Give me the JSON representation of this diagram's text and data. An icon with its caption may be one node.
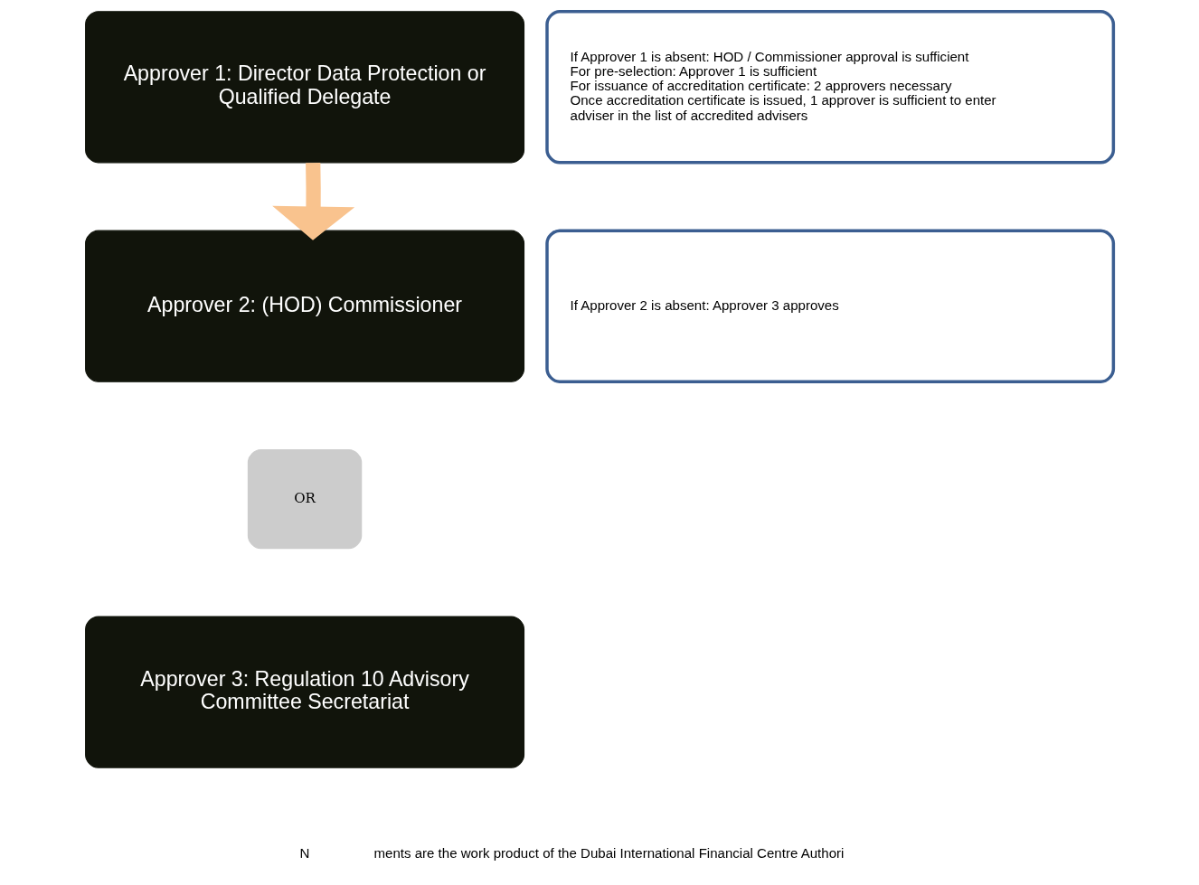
{
  "diagram": {
    "nodes": [
      {
        "text": [
          "Approver 1: Director Data Protection or Qualified Delegate"
        ]
      },
      {
        "text": [
          "If Approver 1 is absent: HOD / Commissioner approval is sufficient",
          "For pre-selection: Approver 1 is sufficient",
          "For issuance of accreditation certificate: 2 approvers necessary",
          "Once accreditation certificate is issued, 1 approver is sufficient to enter adviser in the list of accredited advisers"
        ]
      },
      {
        "text": [
          "Approver 2: (HOD) Commissioner"
        ]
      },
      {
        "text": [
          "If Approver 2 is absent: Approver 3 approves"
        ]
      },
      {
        "text": [
          "OR"
        ]
      },
      {
        "text": [
          "Approver 3: Regulation 10 Advisory Committee Secretariat"
        ]
      }
    ],
    "edges": [
      {
        "from": 0,
        "to": 2,
        "arrow": "to",
        "color": "#f9c38e"
      }
    ],
    "labels": [
      "N",
      "ments are the work product of the Dubai International Financial Centre Authori"
    ]
  }
}
